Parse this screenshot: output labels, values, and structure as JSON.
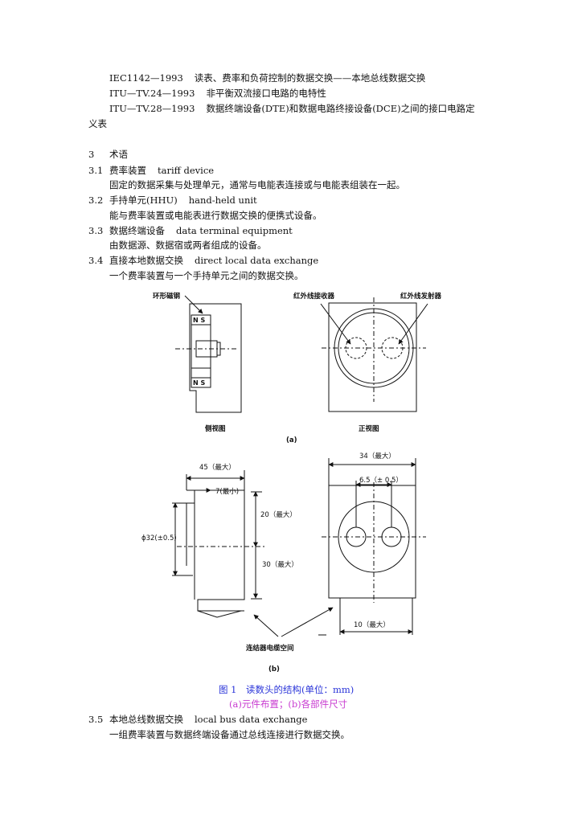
{
  "refs": [
    {
      "code": "IEC1142—1993",
      "title": "读表、费率和负荷控制的数据交换——本地总线数据交换"
    },
    {
      "code": "ITU—TV.24—1993",
      "title": "非平衡双流接口电路的电特性"
    },
    {
      "code": "ITU—TV.28—1993",
      "title": "数据终端设备(DTE)和数据电路终接设备(DCE)之间的接口电路定",
      "cont": "义表"
    }
  ],
  "section": {
    "num": "3",
    "title": "术语"
  },
  "terms": [
    {
      "num": "3.1",
      "zh": "费率装置",
      "en": "tariff device",
      "def": "固定的数据采集与处理单元，通常与电能表连接或与电能表组装在一起。"
    },
    {
      "num": "3.2",
      "zh": "手持单元(HHU)",
      "en": "hand-held unit",
      "def": "能与费率装置或电能表进行数据交换的便携式设备。"
    },
    {
      "num": "3.3",
      "zh": "数据终端设备",
      "en": "data terminal equipment",
      "def": "由数据源、数据宿或两者组成的设备。"
    },
    {
      "num": "3.4",
      "zh": "直接本地数据交换",
      "en": "direct local data exchange",
      "def": "一个费率装置与一个手持单元之间的数据交换。"
    },
    {
      "num": "3.5",
      "zh": "本地总线数据交换",
      "en": "local bus data exchange",
      "def": "一组费率装置与数据终端设备通过总线连接进行数据交换。"
    }
  ],
  "figure": {
    "labels_a": {
      "ring_magnet": "环形磁钢",
      "ir_receiver": "红外线接收器",
      "ir_emitter": "红外线发射器",
      "side_view": "侧视图",
      "front_view": "正视图",
      "part_a": "(a)",
      "ns_top": "N S",
      "ns_bottom": "N S"
    },
    "labels_b": {
      "dim_45": "45（最大）",
      "dim_7": "7(最小)",
      "dim_20": "20（最大）",
      "dim_30": "30（最大）",
      "dim_phi": "ϕ32(±0.5)",
      "dim_34": "34（最大）",
      "dim_65": "6.5（± 0.5）",
      "dim_10": "10（最大）",
      "connector_space": "连结器电缆空间",
      "part_b": "(b)"
    },
    "caption": "图 1　读数头的结构(单位：mm)",
    "subcaption": "(a)元件布置；(b)各部件尺寸"
  }
}
